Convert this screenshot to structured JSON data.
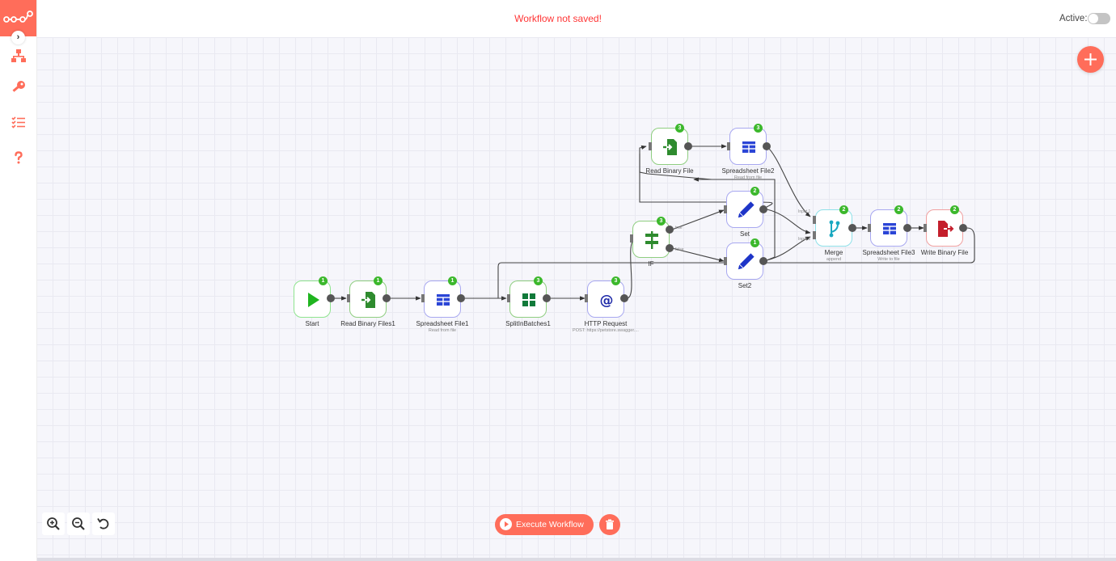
{
  "header": {
    "status_text": "Workflow not saved!",
    "active_label": "Active:",
    "active_state": false
  },
  "sidebar": {
    "items": [
      {
        "icon": "network-icon",
        "label": ""
      },
      {
        "icon": "key-icon",
        "label": ""
      },
      {
        "icon": "list-check-icon",
        "label": ""
      },
      {
        "icon": "question-icon",
        "label": ""
      }
    ]
  },
  "nodes": {
    "start": {
      "label": "Start",
      "badge": "1"
    },
    "read_binary_files1": {
      "label": "Read Binary Files1",
      "badge": "1"
    },
    "spreadsheet_file1": {
      "label": "Spreadsheet File1",
      "sub": "Read from file",
      "badge": "1"
    },
    "split_in_batches1": {
      "label": "SplitInBatches1",
      "badge": "3"
    },
    "http_request": {
      "label": "HTTP Request",
      "sub": "POST: https://petstore.swagger....",
      "badge": "3"
    },
    "if": {
      "label": "IF",
      "badge": "3",
      "port_true": "true",
      "port_false": "false"
    },
    "read_binary_file": {
      "label": "Read Binary File",
      "badge": "3"
    },
    "spreadsheet_file2": {
      "label": "Spreadsheet File2",
      "sub": "Read from file",
      "badge": "3"
    },
    "set": {
      "label": "Set",
      "badge": "2"
    },
    "set2": {
      "label": "Set2",
      "badge": "1"
    },
    "merge": {
      "label": "Merge",
      "sub": "append",
      "badge": "2",
      "input1": "Input 1",
      "input2": "Input 2"
    },
    "spreadsheet_file3": {
      "label": "Spreadsheet File3",
      "sub": "Write to file",
      "badge": "2"
    },
    "write_binary_file": {
      "label": "Write Binary File",
      "badge": "2"
    }
  },
  "footer": {
    "execute_label": "Execute Workflow"
  },
  "colors": {
    "brand": "#ff6d5a",
    "success": "#3cb82c",
    "error": "#ff3535"
  }
}
